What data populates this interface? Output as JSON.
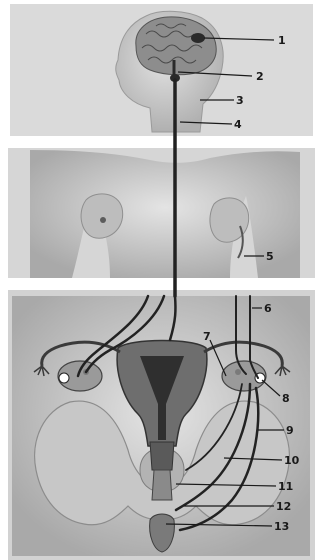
{
  "labels": [
    "1",
    "2",
    "3",
    "4",
    "5",
    "6",
    "7",
    "8",
    "9",
    "10",
    "11",
    "12",
    "13"
  ],
  "colors": {
    "background": "#ffffff",
    "panel": "#d8d8d8",
    "skin": "#c9c9c9",
    "brain": "#8d8d8d",
    "organ": "#6e6e6e",
    "line": "#222222"
  }
}
